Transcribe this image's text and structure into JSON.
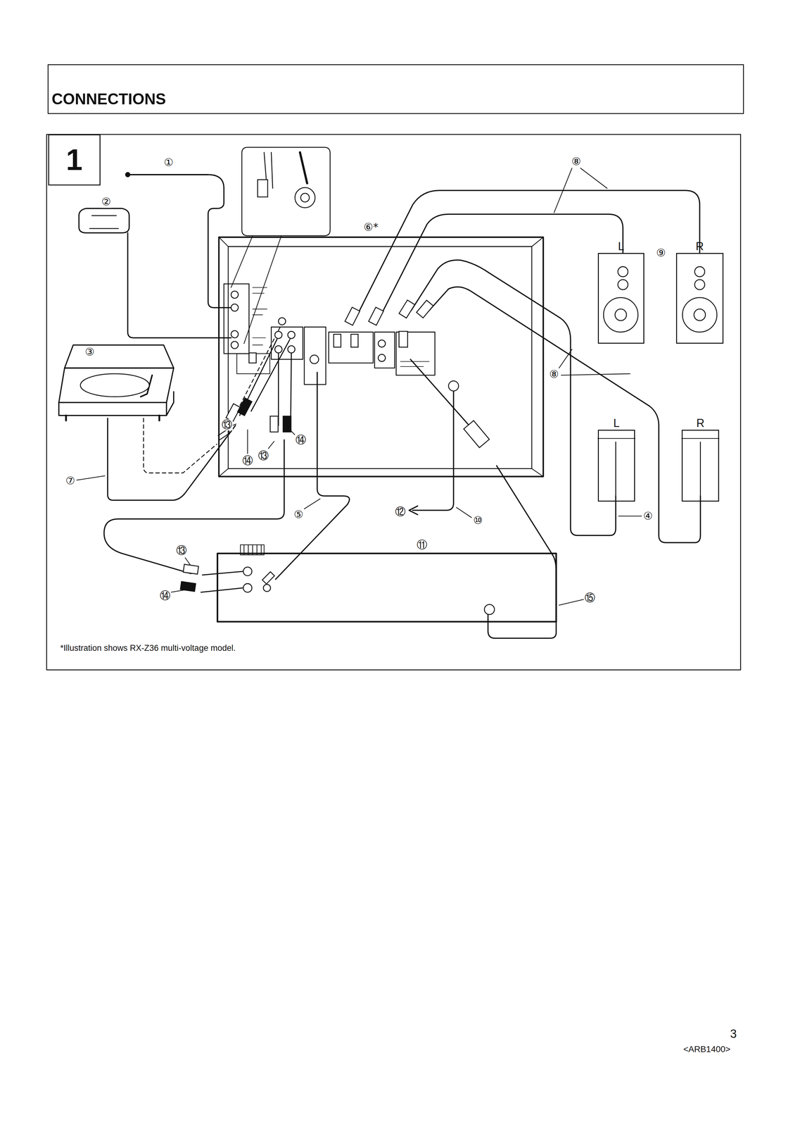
{
  "diagram": {
    "title": "CONNECTIONS",
    "caption": "*Illustration shows RX-Z36 multi-voltage model.",
    "nodes": [
      {
        "text": [
          "1"
        ]
      },
      {
        "text": [
          "L"
        ]
      },
      {
        "text": [
          "R"
        ]
      },
      {
        "text": [
          "L"
        ]
      },
      {
        "text": [
          "R"
        ]
      }
    ],
    "labels": [
      "①",
      "②",
      "⑧",
      "⑥*",
      "⑨",
      "③",
      "⑧",
      "⑬",
      "⑬",
      "⑭",
      "⑭",
      "⑦",
      "⑤",
      "⑫",
      "⑩",
      "④",
      "⑪",
      "⑬",
      "⑭",
      "⑮",
      "3",
      "<ARB1400>"
    ]
  }
}
